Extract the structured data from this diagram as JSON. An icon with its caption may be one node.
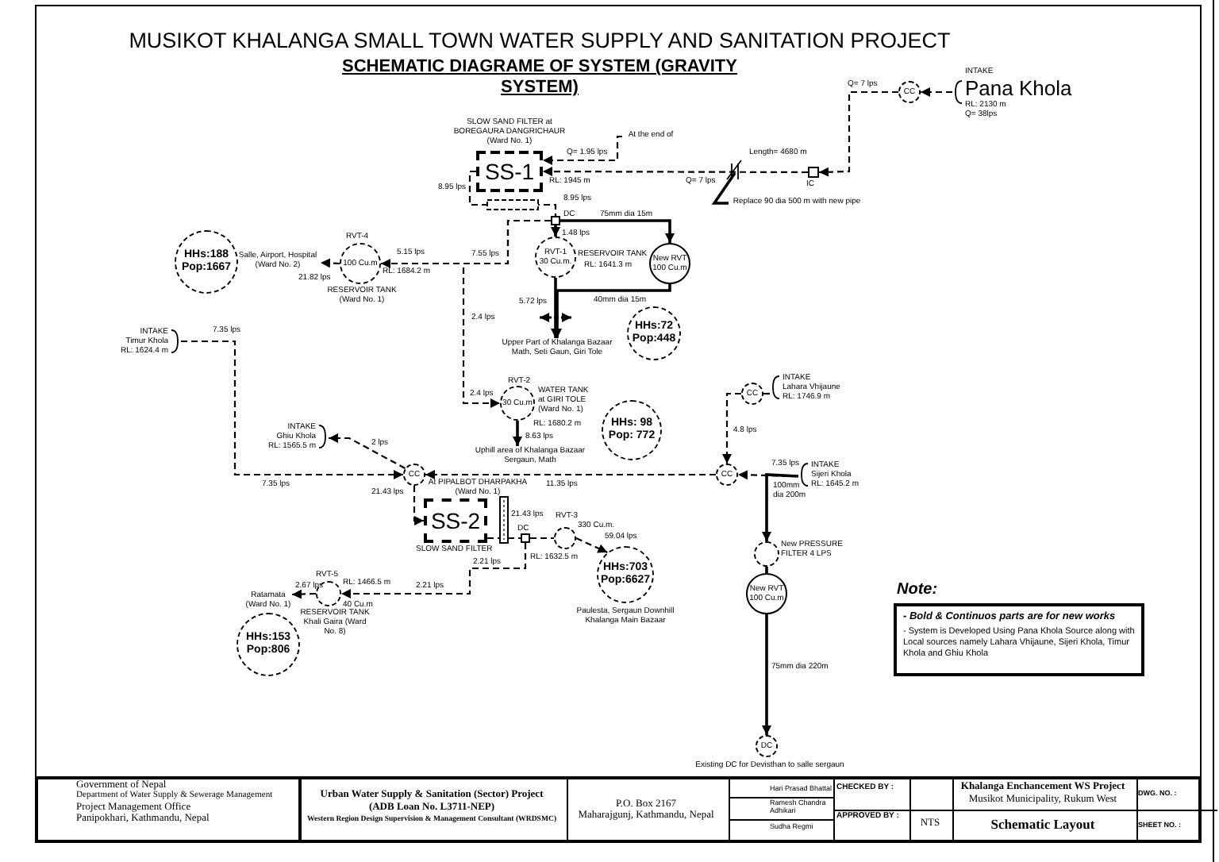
{
  "diagram": {
    "title": "MUSIKOT KHALANGA SMALL TOWN WATER SUPPLY AND SANITATION PROJECT",
    "nodes": [
      {
        "text": [
          "INTAKE",
          "Pana Khola",
          "RL: 2130 m",
          "Q= 38lps"
        ]
      },
      {
        "text": [
          "CC"
        ]
      },
      {
        "text": [],
        "shape": "box",
        "beside": [
          "IC"
        ]
      },
      {
        "text": [
          "SS-1"
        ],
        "beside": [
          "SLOW SAND FILTER at BOREGAURA DANGRICHAUR (Ward No. 1)"
        ]
      },
      {
        "text": [
          "At the end of"
        ]
      },
      {
        "text": [],
        "shape": "box",
        "beside": [
          "DC"
        ]
      },
      {
        "text": [
          "RVT-1",
          "30 Cu.m."
        ],
        "beside": [
          "RESERVOIR TANK",
          "RL: 1641.3 m"
        ]
      },
      {
        "text": [
          "New RVT 100 Cu.m"
        ]
      },
      {
        "text": [
          "HHs:72",
          "Pop:448"
        ]
      },
      {
        "text": [
          "Upper Part of Khalanga Bazaar Math, Seti Gaun, Giri Tole"
        ]
      },
      {
        "text": [
          "100 Cu.m"
        ],
        "beside": [
          "RVT-4",
          "RL: 1684.2 m",
          "RESERVOIR TANK (Ward No. 1)"
        ]
      },
      {
        "text": [
          "Salle, Airport, Hospital (Ward No. 2)"
        ]
      },
      {
        "text": [
          "HHs:188",
          "Pop:1667"
        ]
      },
      {
        "text": [
          "INTAKE",
          "Timur Khola",
          "RL: 1624.4 m"
        ]
      },
      {
        "text": [
          "30 Cu.m"
        ],
        "beside": [
          "RVT-2",
          "WATER TANK at GIRI TOLE (Ward No. 1)",
          "RL: 1680.2 m"
        ]
      },
      {
        "text": [
          "Uphill area of Khalanga Bazaar Sergaun, Math"
        ]
      },
      {
        "text": [
          "HHs: 98",
          "Pop: 772"
        ]
      },
      {
        "text": [
          "INTAKE",
          "Ghiu Khola",
          "RL: 1565.5 m"
        ]
      },
      {
        "text": [
          "CC"
        ],
        "beside": [
          "At PIPALBOT DHARPAKHA (Ward No. 1)"
        ]
      },
      {
        "text": [
          "SS-2"
        ],
        "beside": [
          "SLOW SAND FILTER"
        ]
      },
      {
        "text": [],
        "shape": "box",
        "beside": [
          "DC"
        ]
      },
      {
        "text": [],
        "shape": "circle",
        "beside": [
          "RVT-3",
          "330 Cu.m.",
          "RL: 1632.5 m"
        ]
      },
      {
        "text": [
          "HHs:703",
          "Pop:6627"
        ]
      },
      {
        "text": [
          "Paulesta, Sergaun Downhill Khalanga Main Bazaar"
        ]
      },
      {
        "text": [],
        "shape": "circle",
        "beside": [
          "RVT-5",
          "RL: 1466.5 m",
          "40 Cu.m",
          "RESERVOIR TANK Khali Gaira (Ward No. 8)"
        ]
      },
      {
        "text": [
          "Ratamata (Ward No. 1)"
        ]
      },
      {
        "text": [
          "HHs:153",
          "Pop:806"
        ]
      },
      {
        "text": [
          "INTAKE",
          "Lahara Vhijaune",
          "RL: 1746.9 m"
        ]
      },
      {
        "text": [
          "CC"
        ]
      },
      {
        "text": [
          "CC"
        ]
      },
      {
        "text": [
          "INTAKE",
          "Sijeri Khola",
          "RL: 1645.2 m"
        ]
      },
      {
        "text": [],
        "shape": "circle",
        "beside": [
          "New PRESSURE FILTER 4 LPS"
        ]
      },
      {
        "text": [
          "New RVT 100 Cu.m"
        ]
      },
      {
        "text": [
          "DC"
        ],
        "beside": [
          "Existing DC for Devisthan to salle sergaun"
        ]
      },
      {
        "text": [
          "Replace 90 dia 500 m with new pipe"
        ]
      },
      {
        "text": [
          "- Bold & Continuos parts are for new works",
          "- System is Developed Using Pana Khola Source along with Local sources namely Lahara Vhijaune, Sijeri Khola, Timur Khola and Ghiu Khola"
        ],
        "beside": [
          "Note:"
        ]
      }
    ],
    "edges": [
      {
        "from": 0,
        "to": 1,
        "arrow": "to",
        "style": "dashed"
      },
      {
        "from": 1,
        "to": 2,
        "arrow": "to",
        "style": "dashed"
      },
      {
        "from": 2,
        "to": 3,
        "arrow": "to",
        "style": "dashed"
      },
      {
        "from": 4,
        "to": 3,
        "arrow": "to",
        "style": "dashed"
      },
      {
        "from": 3,
        "to": 5,
        "arrow": "none",
        "style": "dashed"
      },
      {
        "from": 5,
        "to": 6,
        "arrow": "to"
      },
      {
        "from": 5,
        "to": 7,
        "arrow": "to"
      },
      {
        "from": 7,
        "to": 9,
        "arrow": "to"
      },
      {
        "from": 6,
        "to": 9,
        "arrow": "to"
      },
      {
        "from": 5,
        "to": 10,
        "arrow": "to",
        "style": "dashed"
      },
      {
        "from": 10,
        "to": 11,
        "arrow": "to",
        "style": "dashed"
      },
      {
        "from": 5,
        "to": 14,
        "arrow": "to",
        "style": "dashed"
      },
      {
        "from": 14,
        "to": 15,
        "arrow": "to"
      },
      {
        "from": 13,
        "to": 18,
        "arrow": "to",
        "style": "dashed"
      },
      {
        "from": 18,
        "to": 17,
        "arrow": "to",
        "style": "dashed"
      },
      {
        "from": 29,
        "to": 18,
        "arrow": "to",
        "style": "dashed"
      },
      {
        "from": 18,
        "to": 19,
        "arrow": "to",
        "style": "dashed"
      },
      {
        "from": 19,
        "to": 20,
        "arrow": "none",
        "style": "dashed"
      },
      {
        "from": 20,
        "to": 21,
        "arrow": "none",
        "style": "dashed"
      },
      {
        "from": 21,
        "to": 22,
        "arrow": "to",
        "style": "dashed"
      },
      {
        "from": 20,
        "to": 24,
        "arrow": "to",
        "style": "dashed"
      },
      {
        "from": 24,
        "to": 25,
        "arrow": "to",
        "style": "dashed"
      },
      {
        "from": 27,
        "to": 28,
        "arrow": "none",
        "style": "dashed"
      },
      {
        "from": 28,
        "to": 29,
        "arrow": "to",
        "style": "dashed"
      },
      {
        "from": 30,
        "to": 29,
        "arrow": "to",
        "style": "dashed"
      },
      {
        "from": 30,
        "to": 31,
        "arrow": "to"
      },
      {
        "from": 31,
        "to": 32,
        "arrow": "none"
      },
      {
        "from": 32,
        "to": 33,
        "arrow": "to"
      },
      {
        "from": 34,
        "to": null,
        "arrow": "none"
      }
    ],
    "labels": [
      "SCHEMATIC DIAGRAME OF SYSTEM (GRAVITY SYSTEM)",
      "Q= 7 lps",
      "Length= 4680 m",
      "Q= 7 lps",
      "Q= 1.95 lps",
      "RL: 1945 m",
      "8.95 lps",
      "8.95 lps",
      "75mm dia 15m",
      "1.48 lps",
      "7.55 lps",
      "5.15 lps",
      "21.82 lps",
      "40mm dia 15m",
      "5.72 lps",
      "2.4 lps",
      "7.35 lps",
      "2.4 lps",
      "8.63 lps",
      "2 lps",
      "7.35 lps",
      "11.35 lps",
      "21.43 lps",
      "21.43 lps",
      "59.04 lps",
      "2.21 lps",
      "2.21 lps",
      "2.67 lps",
      "4.8 lps",
      "7.35 lps",
      "100mm dia 200m",
      "75mm dia 220m",
      "Government of Nepal",
      "Department of Water Supply & Sewerage Management",
      "Project Management Office",
      "Panipokhari, Kathmandu, Nepal",
      "Urban Water Supply & Sanitation (Sector) Project",
      "(ADB Loan No. L3711-NEP)",
      "Western Region Design Supervision & Management Consultant (WRDSMC)",
      "P.O. Box 2167",
      "Maharajgunj, Kathmandu, Nepal",
      "Hari Prasad Bhattal",
      "Ramesh Chandra Adhikari",
      "Sudha Regmi",
      "CHECKED BY :",
      "APPROVED BY :",
      "NTS",
      "Khalanga Enchancement WS Project",
      "Musikot Municipality, Rukum West",
      "Schematic Layout",
      "DWG. NO. :",
      "SHEET NO. :"
    ]
  }
}
